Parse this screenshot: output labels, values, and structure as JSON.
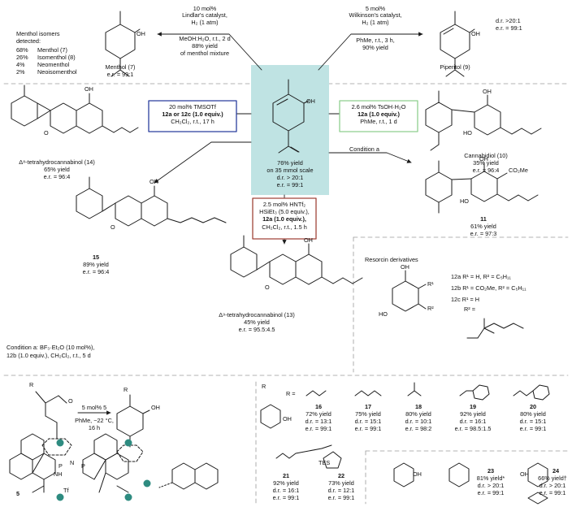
{
  "colors": {
    "center_box": "#bfe3e3",
    "blue_box": "#2b3f9e",
    "green_box": "#8fcf8f",
    "brown_box": "#a0453a",
    "dashes": "#9a9a9a",
    "teal_dot": "#2e8b80"
  },
  "menthol": {
    "c1": "10 mol%",
    "c2": "Lindlar's catalyst,",
    "c3": "H₂ (1 atm)",
    "c4": "MeOH:H₂O, r.t., 2 d",
    "c5": "88% yield",
    "c6": "of menthol mixture",
    "label": "Menthol (7)",
    "er": "e.r. = 99:1"
  },
  "isomers": {
    "title1": "Menthol isomers",
    "title2": "detected:",
    "rows": [
      {
        "pct": "68%",
        "name": "Menthol (7)"
      },
      {
        "pct": "26%",
        "name": "Isomenthol (8)"
      },
      {
        "pct": "4%",
        "name": "Neomenthol"
      },
      {
        "pct": "2%",
        "name": "Neoisomenthol"
      }
    ]
  },
  "piperitol": {
    "c1": "5 mol%",
    "c2": "Wilkinson's catalyst,",
    "c3": "H₂ (1 atm)",
    "c4": "PhMe, r.t., 3 h,",
    "c5": "90% yield",
    "dr": "d.r. >20:1",
    "er": "e.r. = 99:1",
    "label": "Piperitol (9)"
  },
  "center": {
    "l1": "76% yield",
    "l2": "on 35 mmol scale",
    "l3": "d.r. > 20:1",
    "l4": "e.r. = 99:1"
  },
  "blue": {
    "l1": "20 mol% TMSOTf",
    "l2": "12a or 12c (1.0 equiv.)",
    "l3": "CH₂Cl₂, r.t., 17 h"
  },
  "green": {
    "l1": "2.6 mol% TsOH·H₂O",
    "l2": "12a (1.0 equiv.)",
    "l3": "PhMe, r.t., 1 d"
  },
  "brown": {
    "l1": "2.5 mol% HNTf₂",
    "l2": "HSiEt₃ (5.0 equiv.),",
    "l3": "12a (1.0 equiv.),",
    "l4": "CH₂Cl₂, r.t., 1.5 h"
  },
  "thc14": {
    "name": "Δ⁸-tetrahydrocannabinol (14)",
    "yield": "65% yield",
    "er": "e.r. = 96:4"
  },
  "cbd": {
    "name": "Cannabidiol (10)",
    "yield": "35% yield",
    "er": "e.r. = 96:4"
  },
  "cond_a_label": "Condition a",
  "c11": {
    "label": "11",
    "yield": "61% yield",
    "er": "e.r. = 97:3",
    "co2me": "CO₂Me"
  },
  "c15": {
    "label": "15",
    "yield": "89% yield",
    "er": "e.r. = 96:4"
  },
  "thc13": {
    "name": "Δ⁹-tetrahydrocannabinol (13)",
    "yield": "45% yield",
    "er": "e.r. = 95.5:4.5"
  },
  "resorcin": {
    "title": "Resorcin derivatives",
    "r12a": "12a R¹ = H, R² = C₅H₁₁",
    "r12b": "12b R¹ = CO₂Me, R² = C₅H₁₁",
    "r12c": "12c R¹ = H",
    "r2": "R² ="
  },
  "cond_a": {
    "l1": "Condition a: BF₃·Et₂O (10 mol%),",
    "l2": "12b (1.0 equiv.), CH₂Cl₂, r.t., 5 d"
  },
  "atoms": {
    "oh": "OH",
    "o": "O",
    "ho": "HO",
    "r": "R",
    "r1": "R¹",
    "r2": "R²",
    "tes": "TES",
    "nh": "NH",
    "tf": "Tf",
    "n": "N",
    "p": "P"
  },
  "general": {
    "c1": "5 mol% 5",
    "c2": "PhMe, −22 °C,",
    "c3": "16 h",
    "cat": "5"
  },
  "table": {
    "r_eq": "R =",
    "entries": [
      {
        "num": "16",
        "yield": "72% yield",
        "dr": "d.r. = 13:1",
        "er": "e.r. = 99:1"
      },
      {
        "num": "17",
        "yield": "75% yield",
        "dr": "d.r. = 15:1",
        "er": "e.r. = 99:1"
      },
      {
        "num": "18",
        "yield": "80% yield",
        "dr": "d.r. = 10:1",
        "er": "e.r. = 98:2"
      },
      {
        "num": "19",
        "yield": "92% yield",
        "dr": "d.r. = 16:1",
        "er": "e.r. = 98.5:1.5"
      },
      {
        "num": "20",
        "yield": "80% yield",
        "dr": "d.r. = 15:1",
        "er": "e.r. = 99:1"
      },
      {
        "num": "21",
        "yield": "92% yield",
        "dr": "d.r. = 16:1",
        "er": "e.r. = 99:1"
      },
      {
        "num": "22",
        "yield": "73% yield",
        "dr": "d.r. = 12:1",
        "er": "e.r. = 99:1"
      },
      {
        "num": "23",
        "yield": "81% yield*",
        "dr": "d.r. > 20:1",
        "er": "e.r. = 99:1"
      },
      {
        "num": "24",
        "yield": "66% yield†",
        "dr": "d.r. > 20:1",
        "er": "e.r. = 99:1"
      }
    ]
  },
  "icons": [
    "teal-dot-icon",
    "arrow-icon"
  ]
}
